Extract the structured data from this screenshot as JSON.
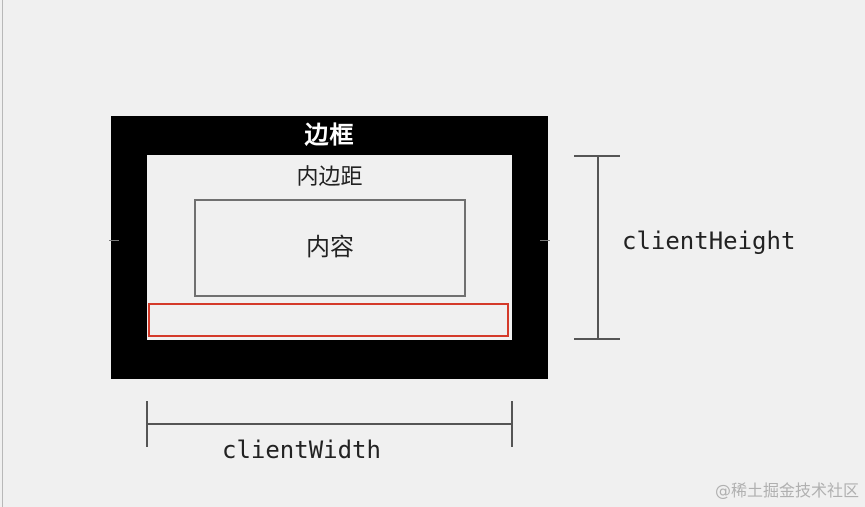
{
  "diagram": {
    "border_label": "边框",
    "padding_label": "内边距",
    "content_label": "内容",
    "client_height_label": "clientHeight",
    "client_width_label": "clientWidth",
    "highlight_color": "#d43a2a",
    "border_color": "#000000",
    "background_color": "#f0f0f0"
  },
  "watermark": {
    "text": "@稀土掘金技术社区"
  }
}
